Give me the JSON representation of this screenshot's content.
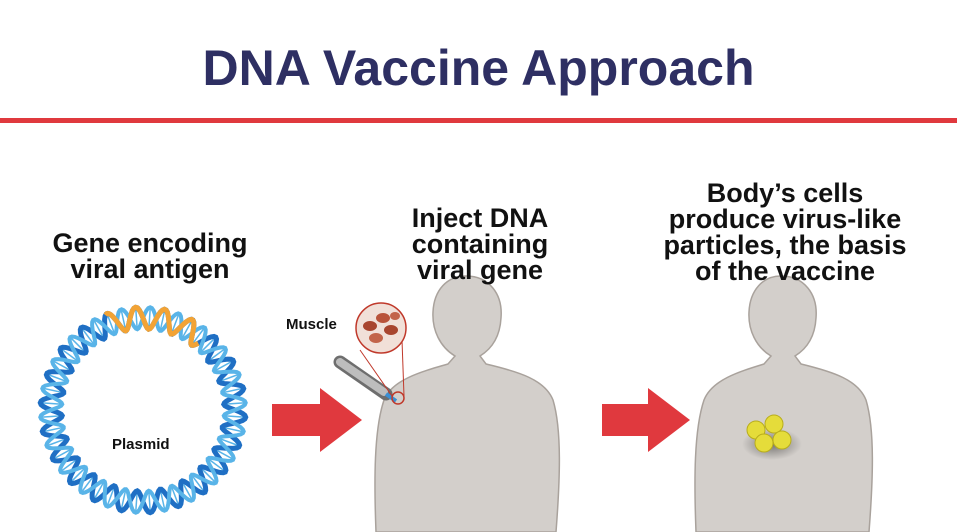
{
  "title": "DNA Vaccine Approach",
  "steps": [
    {
      "caption": "Gene encoding\nviral antigen"
    },
    {
      "caption": "Inject DNA\ncontaining\nviral gene"
    },
    {
      "caption": "Body’s cells\nproduce virus-like\nparticles, the basis\nof the vaccine"
    }
  ],
  "labels": {
    "plasmid": "Plasmid",
    "muscle": "Muscle"
  },
  "colors": {
    "title": "#2e2f63",
    "rule": "#e0393e",
    "arrow": "#e0393e",
    "body": "#d3cfcb",
    "body_outline": "#a9a29c",
    "dna_blue": "#1f6fc4",
    "dna_light": "#59b4e8",
    "dna_orange": "#f2a335",
    "particle": "#e5dc3a"
  },
  "icons": [
    "plasmid-dna-ring",
    "syringe-icon",
    "muscle-fiber-icon",
    "red-arrow-icon",
    "human-silhouette",
    "virus-like-particles"
  ]
}
